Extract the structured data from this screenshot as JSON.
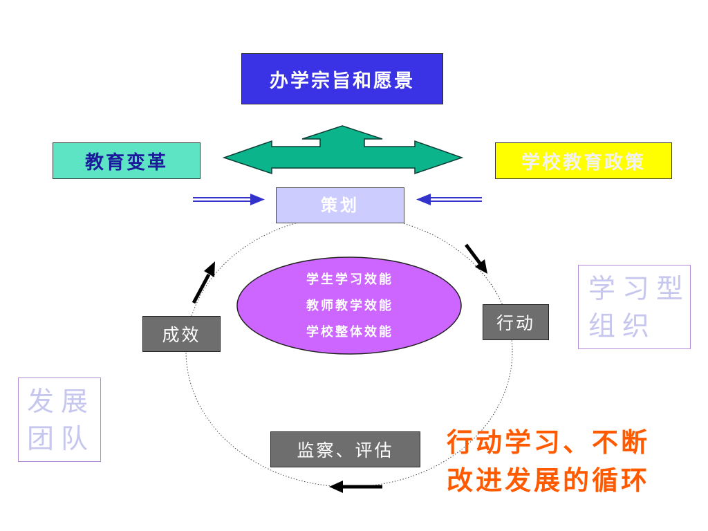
{
  "top_box": {
    "label": "办学宗旨和愿景"
  },
  "left_box": {
    "label": "教育变革"
  },
  "right_box": {
    "label": "学校教育政策"
  },
  "center_box": {
    "label": "策划"
  },
  "ellipse": {
    "lines": [
      "学生学习效能",
      "教师教学效能",
      "学校整体效能"
    ]
  },
  "cycle": {
    "action": "行动",
    "monitor": "监察、评估",
    "effect": "成效"
  },
  "side_notes": {
    "learning_org": [
      "学习型",
      "组织"
    ],
    "dev_team": [
      "发展",
      "团队"
    ]
  },
  "slogan": [
    "行动学习、不断",
    "改进发展的循环"
  ],
  "colors": {
    "top_box": "#3a33e6",
    "left_box": "#5de4c4",
    "right_box": "#ffff00",
    "center_box": "#ccccff",
    "ellipse_fill": "#cc66ff",
    "teal_arrow": "#0bb48a",
    "blue_arrow": "#3333cc",
    "grey_box": "#6e6e6e",
    "slogan": "#ff5a00"
  }
}
